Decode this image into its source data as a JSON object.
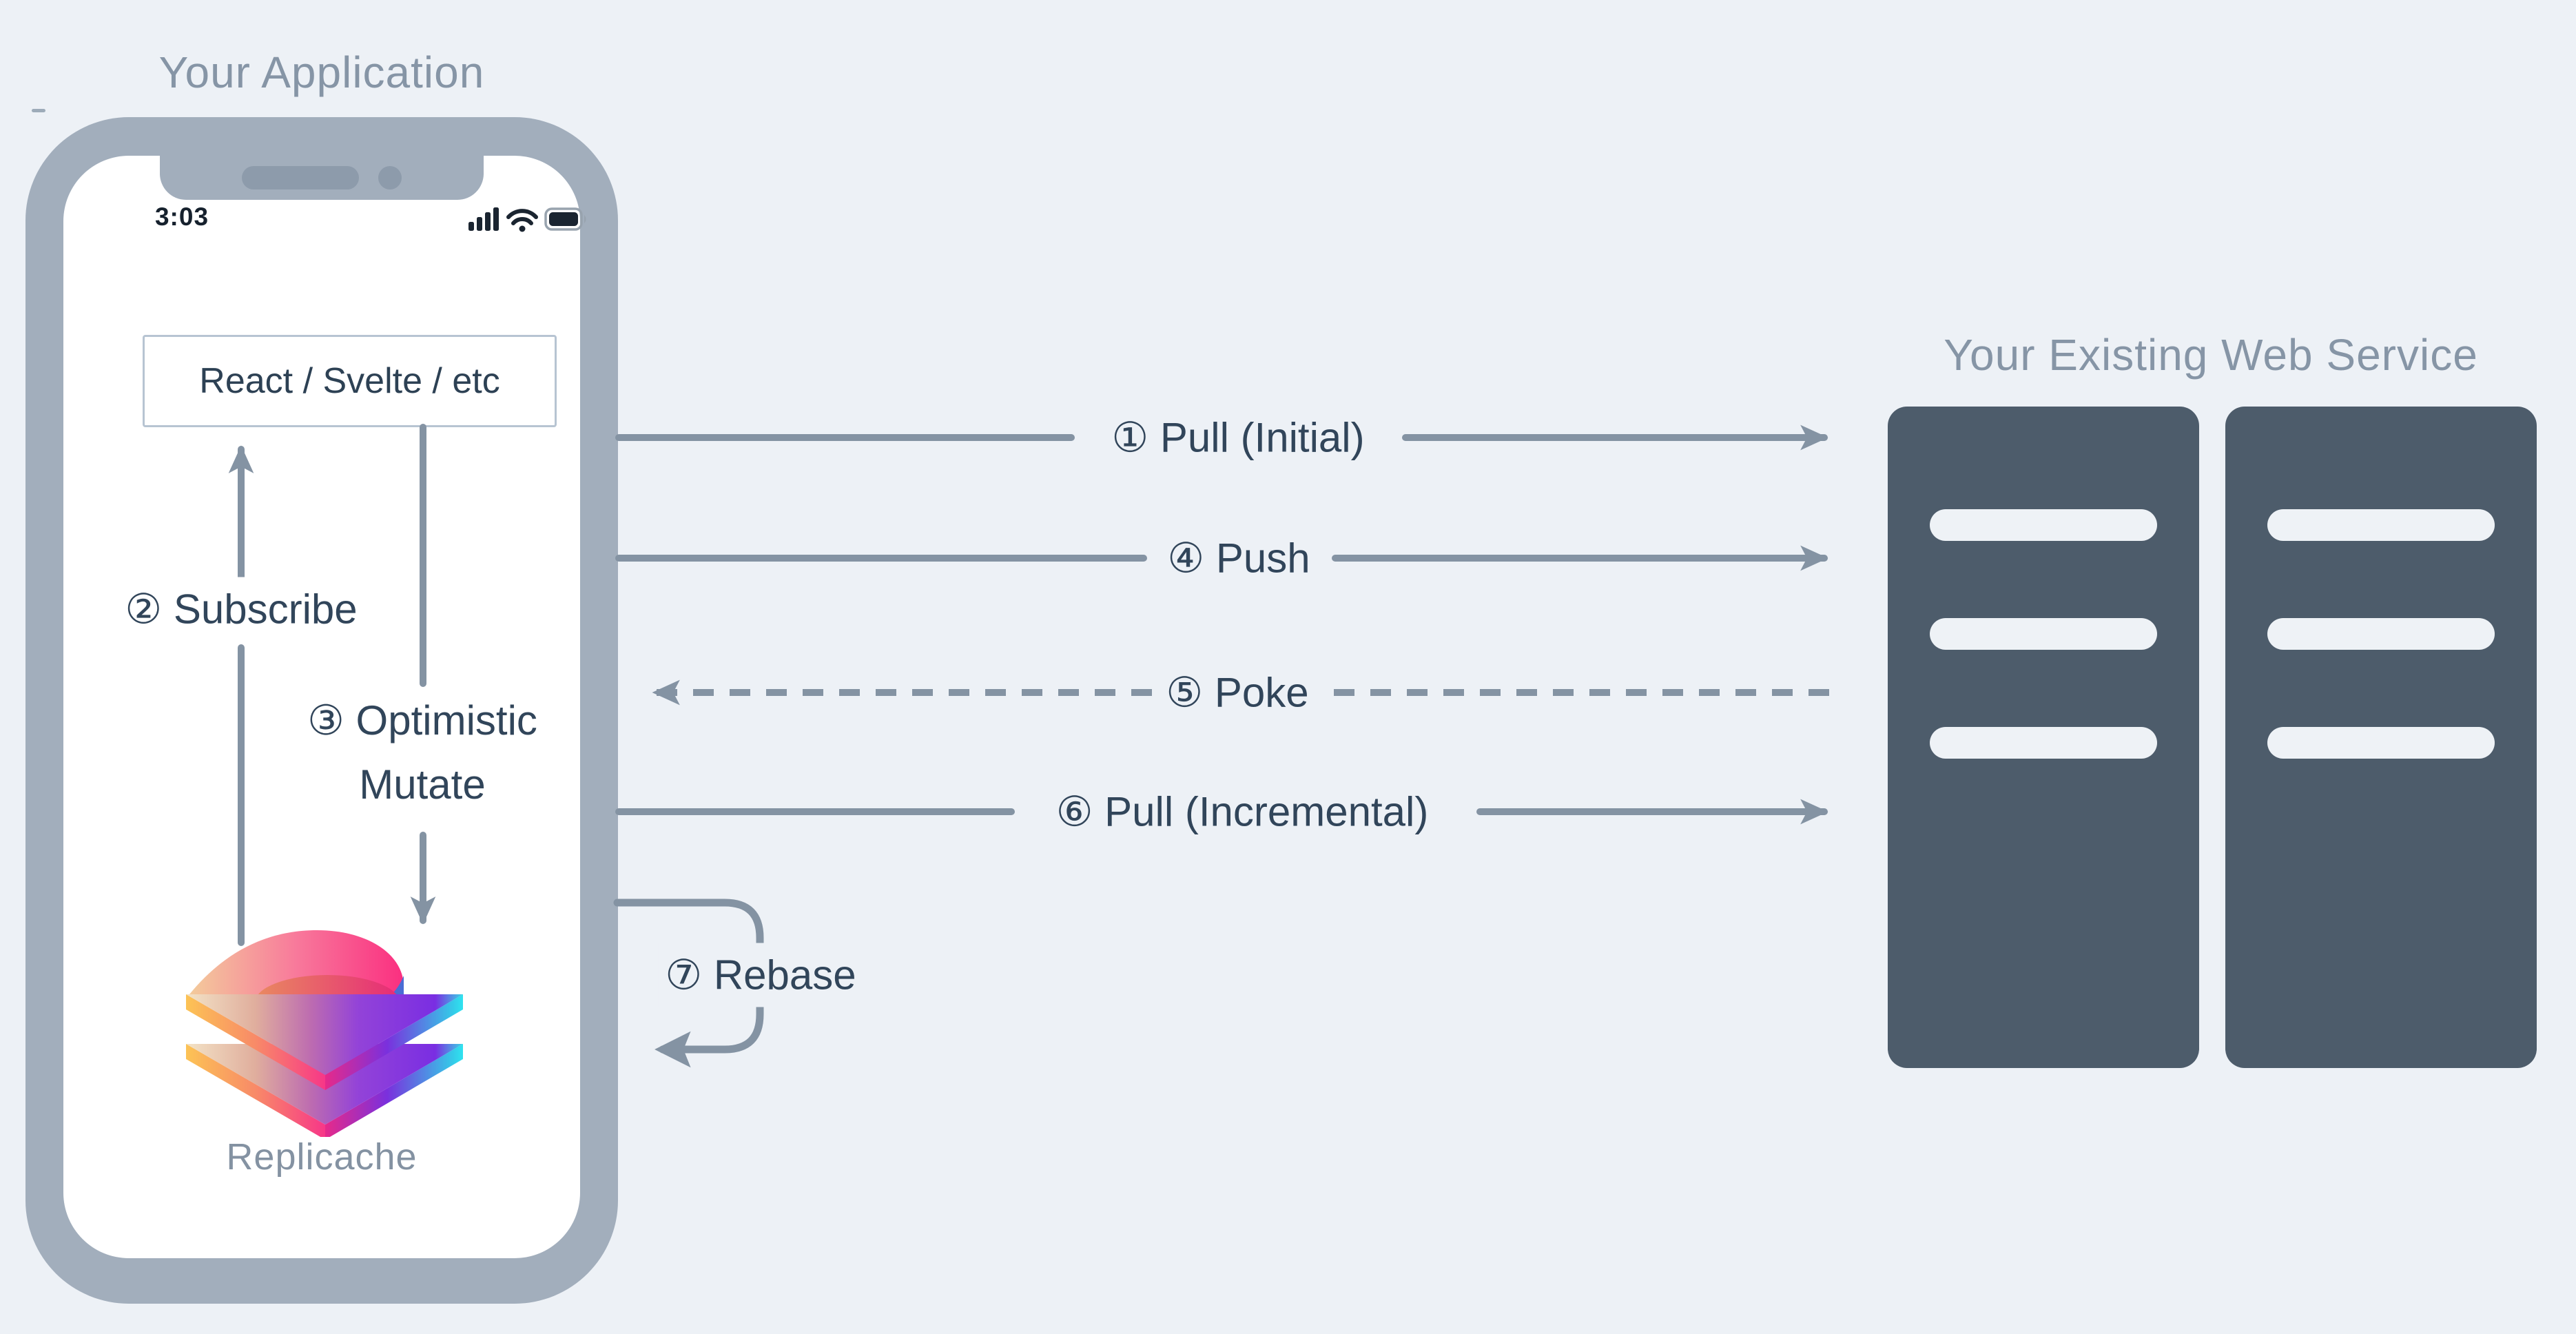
{
  "app": {
    "title": "Your Application",
    "phone": {
      "time": "3:03",
      "status_icons": [
        "signal-bars",
        "wifi",
        "battery"
      ]
    },
    "framework_box": "React / Svelte / etc",
    "logo_label": "Replicache"
  },
  "service": {
    "title": "Your Existing Web Service",
    "racks": 2,
    "slots_per_rack": 3
  },
  "flows": [
    {
      "id": 1,
      "label": "① Pull (Initial)",
      "direction": "app-to-service",
      "style": "solid"
    },
    {
      "id": 2,
      "label": "② Subscribe",
      "direction": "up",
      "style": "solid"
    },
    {
      "id": 3,
      "label_line1": "③ Optimistic",
      "label_line2": "Mutate",
      "direction": "down",
      "style": "solid"
    },
    {
      "id": 4,
      "label": "④ Push",
      "direction": "app-to-service",
      "style": "solid"
    },
    {
      "id": 5,
      "label": "⑤ Poke",
      "direction": "service-to-app",
      "style": "dashed"
    },
    {
      "id": 6,
      "label": "⑥ Pull (Incremental)",
      "direction": "app-to-service",
      "style": "solid"
    },
    {
      "id": 7,
      "label": "⑦ Rebase",
      "direction": "loop",
      "style": "solid"
    }
  ],
  "colors": {
    "background": "#edf1f6",
    "phone_frame": "#a2aebc",
    "arrow": "#8493a3",
    "dark_text": "#31455a",
    "muted_title": "#8695a6",
    "server": "#4d5c6b",
    "logo_pink": "#fa2f80",
    "logo_orange": "#f5ca96",
    "logo_purple": "#7a2ee2",
    "logo_cyan": "#38d5e6"
  }
}
